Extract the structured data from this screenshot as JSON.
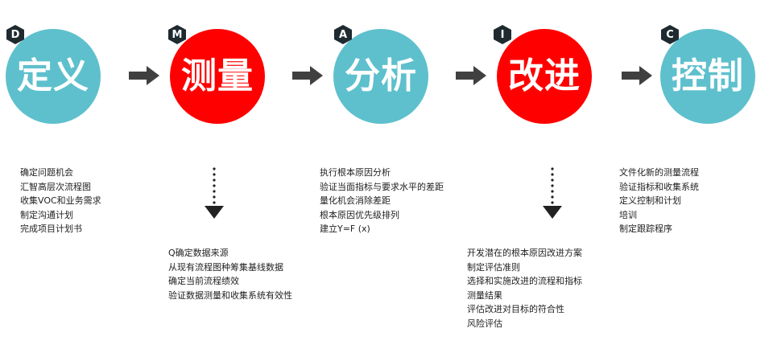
{
  "colors": {
    "teal": "#5ec0cd",
    "red": "#ff0000",
    "badge": "#1f2a30",
    "arrow": "#404040"
  },
  "steps": [
    {
      "letter": "D",
      "title": "定义",
      "color": "#5ec0cd",
      "items": [
        "确定问题机会",
        "汇智高层次流程图",
        "收集VOC和业务需求",
        "制定沟通计划",
        "完成项目计划书"
      ]
    },
    {
      "letter": "M",
      "title": "测量",
      "color": "#ff0000",
      "items": [
        "Q确定数据来源",
        "从现有流程图种筹集基线数据",
        "确定当前流程绩效",
        "验证数据测量和收集系统有效性"
      ]
    },
    {
      "letter": "A",
      "title": "分析",
      "color": "#5ec0cd",
      "items": [
        "执行根本原因分析",
        "验证当面指标与要求水平的差距",
        "量化机会消除差距",
        "根本原因优先级排列",
        "建立Y=F (x)"
      ]
    },
    {
      "letter": "I",
      "title": "改进",
      "color": "#ff0000",
      "items": [
        "开发潜在的根本原因改进方案",
        "制定评估准则",
        "选择和实施改进的流程和指标",
        "测量结果",
        "评估改进对目标的符合性",
        "风险评估"
      ]
    },
    {
      "letter": "C",
      "title": "控制",
      "color": "#5ec0cd",
      "items": [
        "文件化新的测量流程",
        "验证指标和收集系统",
        "定义控制和计划",
        "培训",
        "制定跟踪程序"
      ]
    }
  ]
}
